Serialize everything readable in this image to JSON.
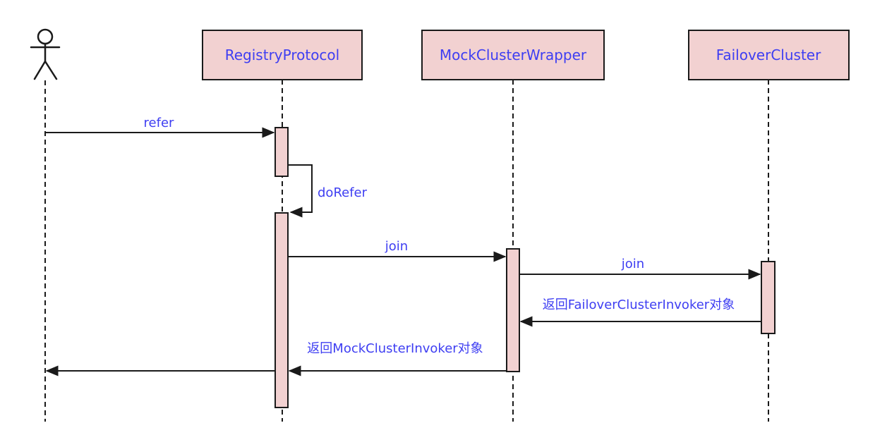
{
  "diagram": {
    "type": "sequence-diagram",
    "colors": {
      "background": "#ffffff",
      "box_fill": "#f2d1d1",
      "box_border": "#1a1a1a",
      "line": "#1a1a1a",
      "label_text": "#3e3ef2"
    },
    "actor": {
      "name": "actor"
    },
    "participants": [
      {
        "label": "RegistryProtocol"
      },
      {
        "label": "MockClusterWrapper"
      },
      {
        "label": "FailoverCluster"
      }
    ],
    "messages": [
      {
        "from": "actor",
        "to": "RegistryProtocol",
        "label": "refer"
      },
      {
        "from": "RegistryProtocol",
        "to": "RegistryProtocol",
        "label": "doRefer",
        "self_call": true
      },
      {
        "from": "RegistryProtocol",
        "to": "MockClusterWrapper",
        "label": "join"
      },
      {
        "from": "MockClusterWrapper",
        "to": "FailoverCluster",
        "label": "join"
      },
      {
        "from": "FailoverCluster",
        "to": "MockClusterWrapper",
        "label": "返回FailoverClusterInvoker对象"
      },
      {
        "from": "MockClusterWrapper",
        "to": "RegistryProtocol",
        "label": "返回MockClusterInvoker对象"
      },
      {
        "from": "RegistryProtocol",
        "to": "actor",
        "label": ""
      }
    ]
  }
}
